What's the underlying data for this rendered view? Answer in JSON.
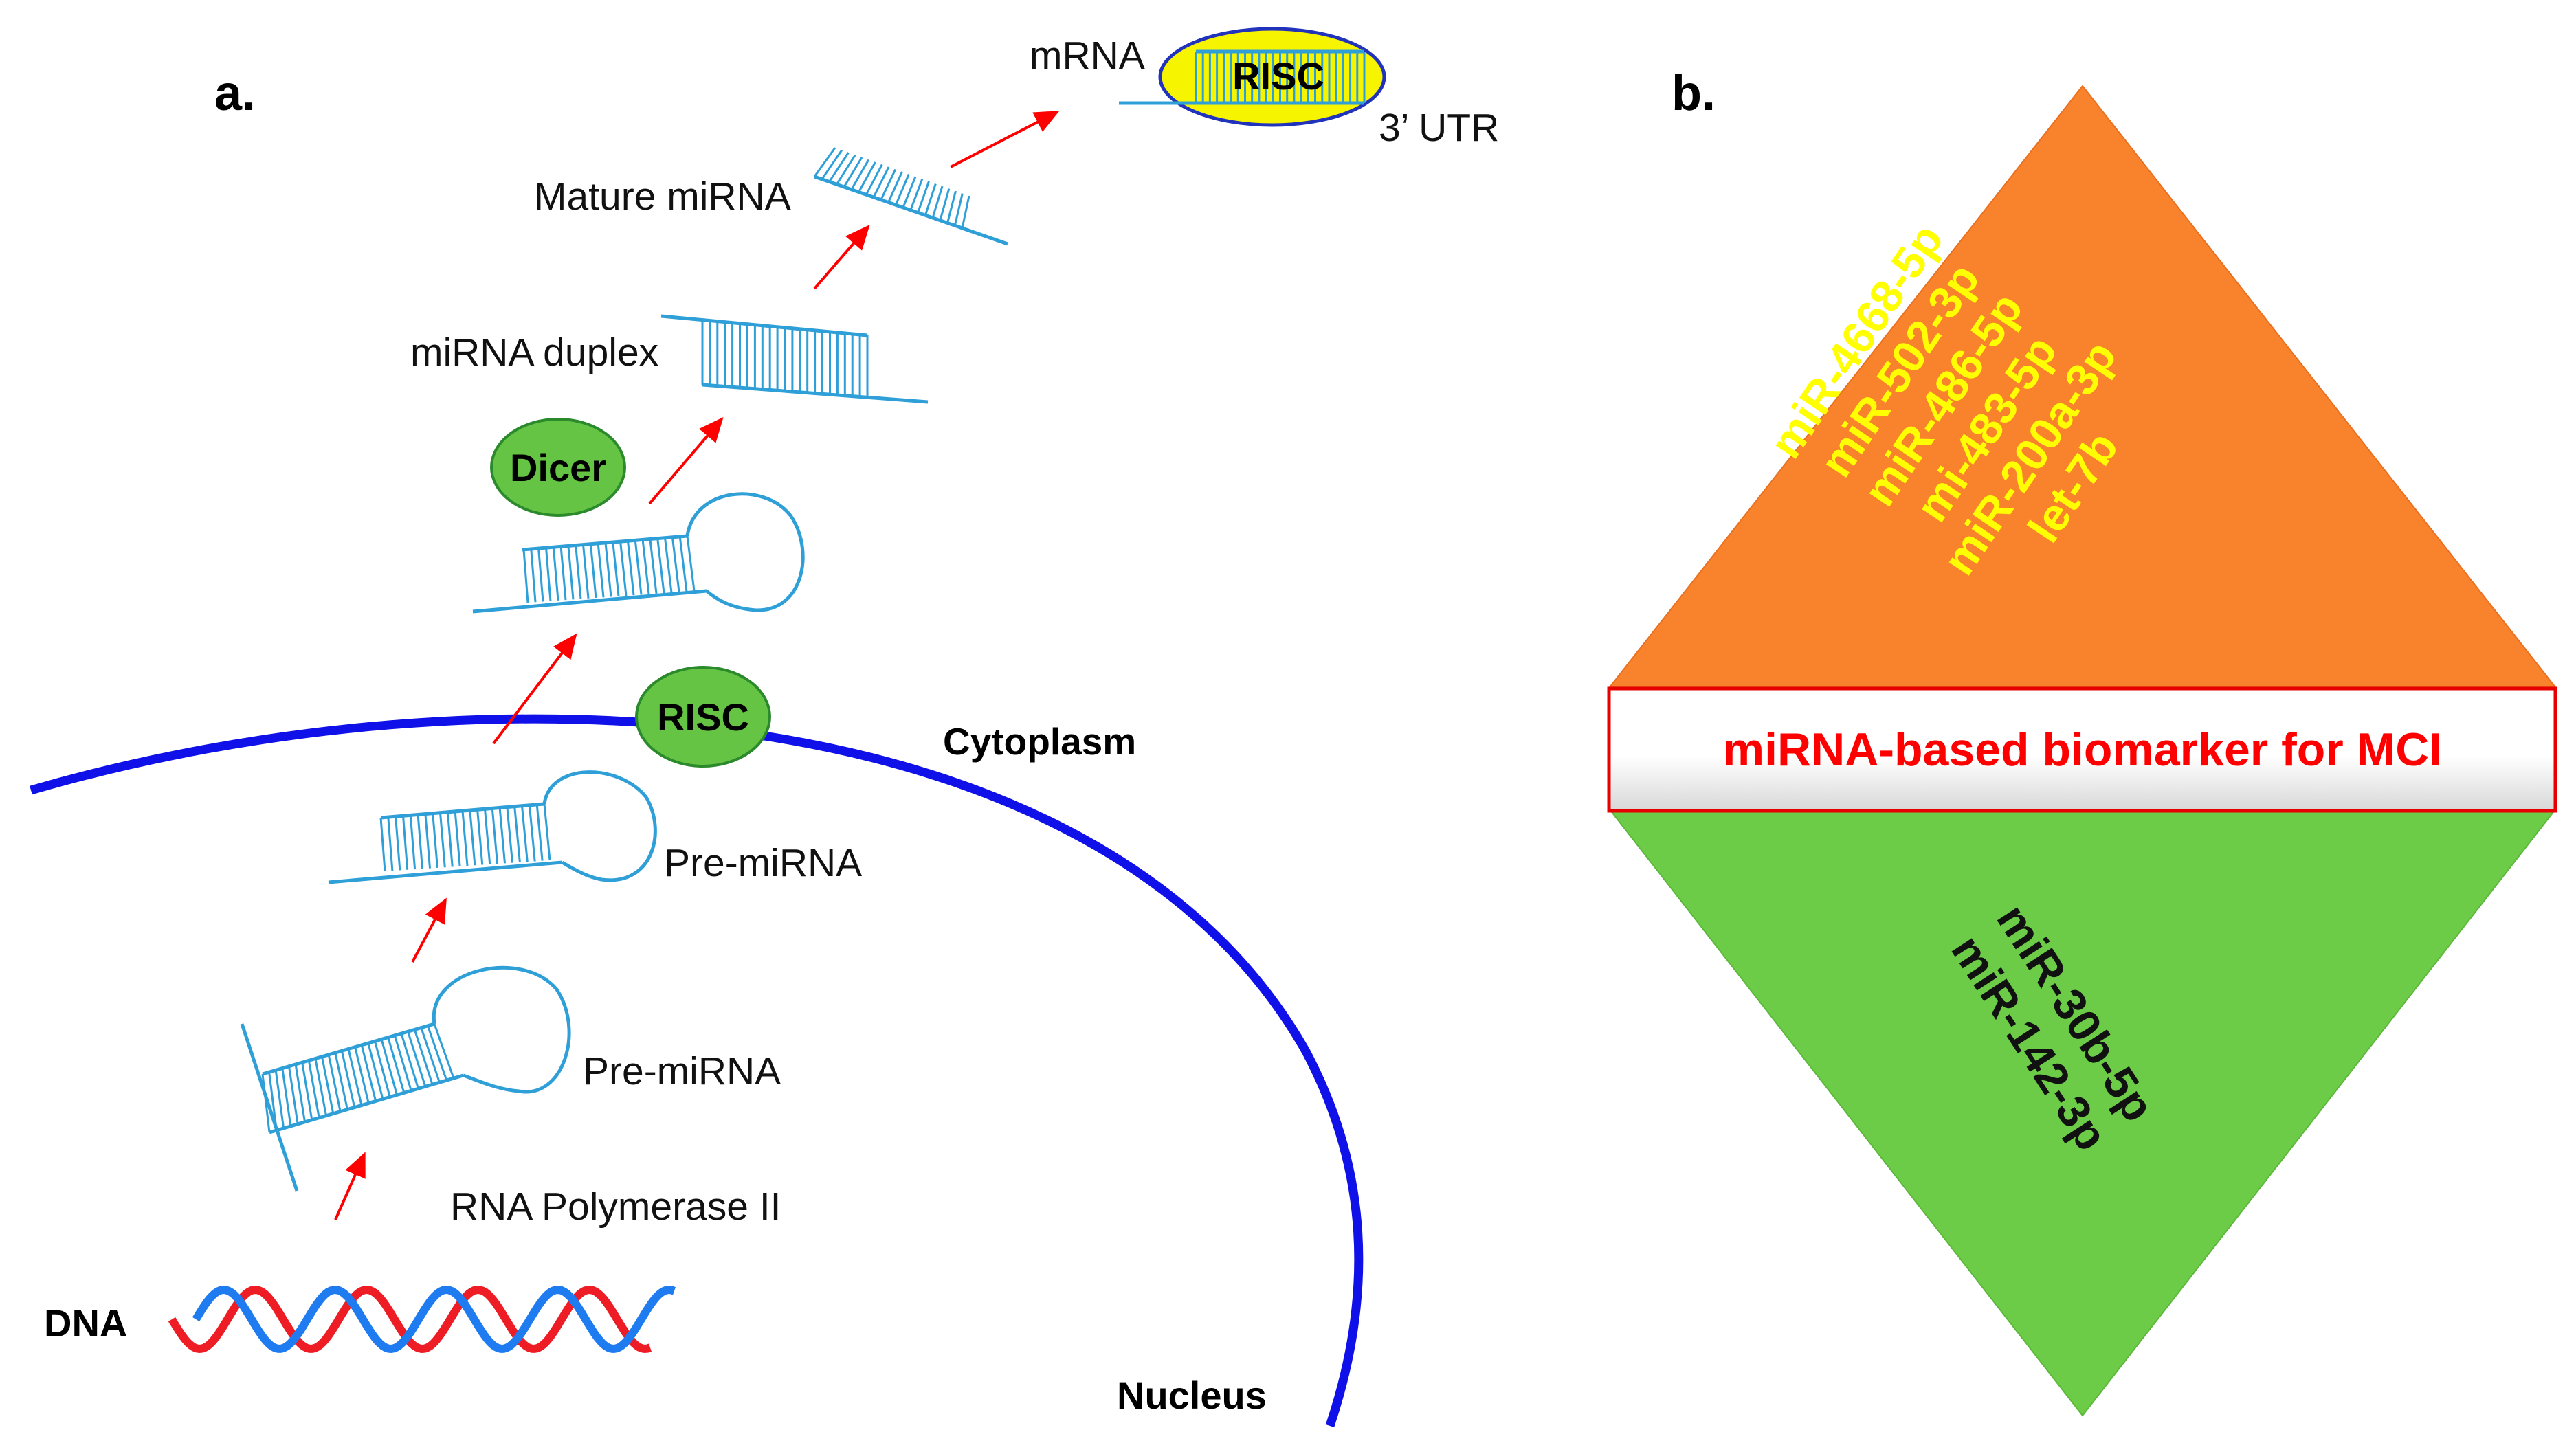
{
  "colors": {
    "rna": "#2f9fd8",
    "arrow": "#ff0000",
    "membrane": "#1010e8",
    "dna_red": "#ee1c24",
    "dna_blue": "#1e7cf0",
    "enzyme": "#66c444",
    "risc_yellow": "#f7f400",
    "upper_triangle": "#f9832c",
    "lower_triangle": "#6ccc47",
    "upper_text": "#ffff00",
    "lower_text": "#111111",
    "banner_text": "#ff0000",
    "banner_border": "#e60000"
  },
  "panel_a": {
    "letter": "a.",
    "labels": {
      "mrna": "mRNA",
      "risc_top": "RISC",
      "utr": "3’ UTR",
      "mature": "Mature miRNA",
      "duplex": "miRNA duplex",
      "dicer": "Dicer",
      "risc_membrane": "RISC",
      "cytoplasm": "Cytoplasm",
      "pre_cyto": "Pre-miRNA",
      "pre_nuc": "Pre-miRNA",
      "polymerase": "RNA Polymerase II",
      "dna": "DNA",
      "nucleus": "Nucleus"
    }
  },
  "panel_b": {
    "letter": "b.",
    "banner": "miRNA-based biomarker for MCI",
    "upregulated": [
      "miR-4668-5p",
      "miR-502-3p",
      "miR-486-5p",
      "mi-483-5p",
      "miR-200a-3p",
      "let-7b"
    ],
    "downregulated": [
      "miR-30b-5p",
      "miR-142-3p"
    ]
  }
}
